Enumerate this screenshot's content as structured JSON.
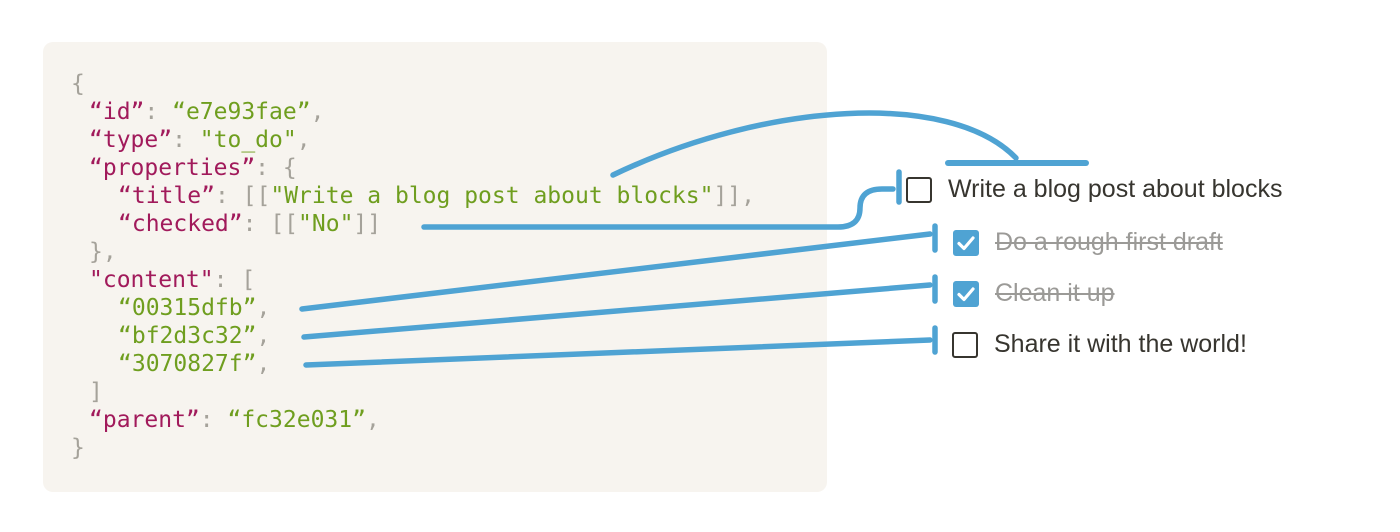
{
  "colors": {
    "accent": "#4FA3D3",
    "code_bg": "#F7F4EF",
    "code_key": "#A11A5B",
    "code_value": "#6F9E1F",
    "code_punct": "#A5A29A",
    "text_dark": "#37352F",
    "text_done": "#9B9A97",
    "checkbox_border": "#37352F",
    "checkmark": "#FFFFFF"
  },
  "icons": {
    "checkmark": "✓"
  },
  "code_block": {
    "language": "json",
    "lines": [
      {
        "ind": 0,
        "segs": [
          {
            "t": "{",
            "c": "p"
          }
        ]
      },
      {
        "ind": 1,
        "segs": [
          {
            "t": "“id”",
            "c": "k"
          },
          {
            "t": ": ",
            "c": "p"
          },
          {
            "t": "“e7e93fae”",
            "c": "v"
          },
          {
            "t": ",",
            "c": "p"
          }
        ]
      },
      {
        "ind": 1,
        "segs": [
          {
            "t": "“type”",
            "c": "k"
          },
          {
            "t": ": ",
            "c": "p"
          },
          {
            "t": "\"to_do\"",
            "c": "v"
          },
          {
            "t": ",",
            "c": "p"
          }
        ]
      },
      {
        "ind": 1,
        "segs": [
          {
            "t": "“properties”",
            "c": "k"
          },
          {
            "t": ": {",
            "c": "p"
          }
        ]
      },
      {
        "ind": 2,
        "segs": [
          {
            "t": "“title”",
            "c": "k"
          },
          {
            "t": ": ",
            "c": "p"
          },
          {
            "t": "[[",
            "c": "p"
          },
          {
            "t": "\"Write a blog post about blocks\"",
            "c": "v"
          },
          {
            "t": "]],",
            "c": "p"
          }
        ]
      },
      {
        "ind": 2,
        "segs": [
          {
            "t": "“checked”",
            "c": "k"
          },
          {
            "t": ": ",
            "c": "p"
          },
          {
            "t": "[[",
            "c": "p"
          },
          {
            "t": "\"No\"",
            "c": "v"
          },
          {
            "t": "]]",
            "c": "p"
          }
        ]
      },
      {
        "ind": 1,
        "segs": [
          {
            "t": "},",
            "c": "p"
          }
        ]
      },
      {
        "ind": 1,
        "segs": [
          {
            "t": "\"content\"",
            "c": "k"
          },
          {
            "t": ": [",
            "c": "p"
          }
        ]
      },
      {
        "ind": 2,
        "segs": [
          {
            "t": "“00315dfb”",
            "c": "v"
          },
          {
            "t": ",",
            "c": "p"
          }
        ]
      },
      {
        "ind": 2,
        "segs": [
          {
            "t": "“bf2d3c32”",
            "c": "v"
          },
          {
            "t": ",",
            "c": "p"
          }
        ]
      },
      {
        "ind": 2,
        "segs": [
          {
            "t": "“3070827f”",
            "c": "v"
          },
          {
            "t": ",",
            "c": "p"
          }
        ]
      },
      {
        "ind": 1,
        "segs": [
          {
            "t": "]",
            "c": "p"
          }
        ]
      },
      {
        "ind": 1,
        "segs": [
          {
            "t": "“parent”",
            "c": "k"
          },
          {
            "t": ": ",
            "c": "p"
          },
          {
            "t": "“fc32e031”",
            "c": "v"
          },
          {
            "t": ",",
            "c": "p"
          }
        ]
      },
      {
        "ind": 0,
        "segs": [
          {
            "t": "}",
            "c": "p"
          }
        ]
      }
    ]
  },
  "todo_list": {
    "items": [
      {
        "label": "Write a blog post about blocks",
        "checked": false
      },
      {
        "label": "Do a rough first draft",
        "checked": true
      },
      {
        "label": "Clean it up",
        "checked": true
      },
      {
        "label": "Share it with the world!",
        "checked": false
      }
    ]
  }
}
